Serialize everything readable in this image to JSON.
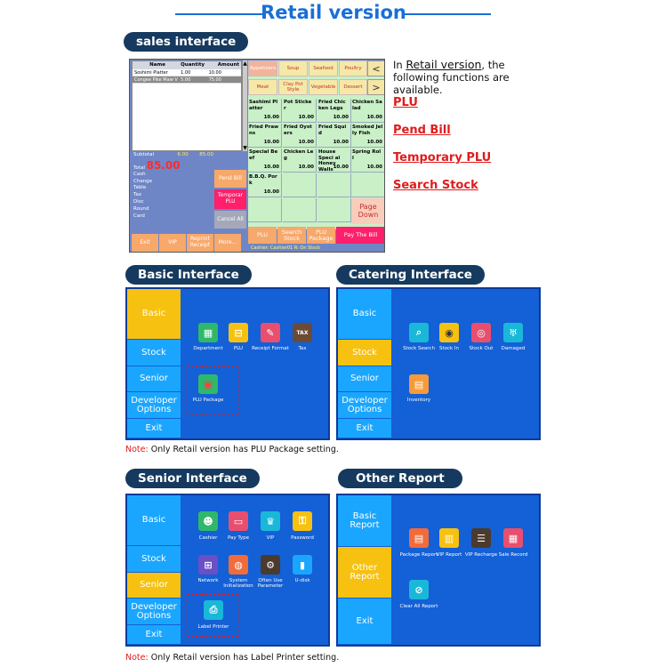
{
  "title": "Retail version",
  "sections": {
    "sales": "sales interface",
    "basic": "Basic Interface",
    "catering": "Catering Interface",
    "senior": "Senior Interface",
    "other": "Other Report"
  },
  "sales": {
    "headers": [
      "Name",
      "Quantity",
      "Amount"
    ],
    "rows": [
      [
        "Soshimi Platter",
        "1.00",
        "10.00"
      ],
      [
        "Congee Pike Maw V",
        "5.00",
        "75.00"
      ]
    ],
    "subtotal_label": "Subtotal",
    "subtotal_qty": "6.00",
    "subtotal_amt": "85.00",
    "total_label": "Total",
    "total_value": "85.00",
    "labels": [
      "Cash",
      "Change",
      "Table",
      "Tax",
      "Disc",
      "Round",
      "Card"
    ],
    "pend": "Pend Bill",
    "temp": "Temporar PLU",
    "cancel": "Cancel All",
    "bottom_left": [
      "Exit",
      "VIP",
      "Reprint Receipt",
      "More..."
    ],
    "categories": [
      "Appetizers",
      "Soup",
      "Seafood",
      "Poultry",
      "Meat",
      "Clay Pot Style",
      "Vegetable",
      "Dessert"
    ],
    "items": [
      {
        "n": "Sashimi Pl atter",
        "p": "10.00"
      },
      {
        "n": "Pot Sticke r",
        "p": "10.00"
      },
      {
        "n": "Fried Chic ken Legs",
        "p": "10.00"
      },
      {
        "n": "Chicken Sa lad",
        "p": "10.00"
      },
      {
        "n": "Fried Praw ns",
        "p": "10.00"
      },
      {
        "n": "Fried Oyst ers",
        "p": "10.00"
      },
      {
        "n": "Fried Squi d",
        "p": "10.00"
      },
      {
        "n": "Smoked Jel ly Fish",
        "p": "10.00"
      },
      {
        "n": "Special Be ef",
        "p": "10.00"
      },
      {
        "n": "Chicken Le g",
        "p": "10.00"
      },
      {
        "n": "House Speci al Honey Walls",
        "p": "10.00"
      },
      {
        "n": "Spring Rol l",
        "p": "10.00"
      },
      {
        "n": "B.B.Q. Por k",
        "p": "10.00"
      }
    ],
    "page_down": "Page Down",
    "bottom_right": [
      "PLU",
      "Search Stock",
      "PLU Package",
      "Pay The Bill"
    ],
    "status": "Cashier: Cashier01  R: On  Stock"
  },
  "desc": {
    "pre": "In ",
    "link": "Retail version",
    "post": ", the following functions are available."
  },
  "features": [
    "PLU",
    "Pend Bill",
    "Temporary PLU",
    "Search Stock"
  ],
  "basic": {
    "side": [
      "Basic",
      "Stock",
      "Senior",
      "Developer Options",
      "Exit"
    ],
    "icons": [
      "Department",
      "PLU",
      "Receipt Format",
      "Tax",
      "PLU Package"
    ]
  },
  "catering": {
    "side": [
      "Basic",
      "Stock",
      "Senior",
      "Developer Options",
      "Exit"
    ],
    "icons": [
      "Stock Search",
      "Stock In",
      "Stock Out",
      "Damaged",
      "Inventory"
    ]
  },
  "senior": {
    "side": [
      "Basic",
      "Stock",
      "Senior",
      "Developer Options",
      "Exit"
    ],
    "icons": [
      "Cashier",
      "Pay Type",
      "VIP",
      "Password",
      "Network",
      "System Initialization",
      "Often Use Parameter",
      "U-disk",
      "Label Printer"
    ]
  },
  "other": {
    "side": [
      "Basic Report",
      "Other Report",
      "Exit"
    ],
    "icons": [
      "Package Report",
      "VIP Report",
      "VIP Recharge",
      "Sale Record",
      "Clear All Report"
    ]
  },
  "notes": {
    "label": "Note:",
    "basic": " Only Retail version has PLU Package setting.",
    "senior": " Only Retail version has Label Printer setting."
  },
  "colors": {
    "accent": "#1a6fd6",
    "pill": "#163a5f",
    "panel": "#1460d6",
    "side": "#1aa6ff",
    "active": "#f6c111",
    "feature": "#e01b1b"
  }
}
